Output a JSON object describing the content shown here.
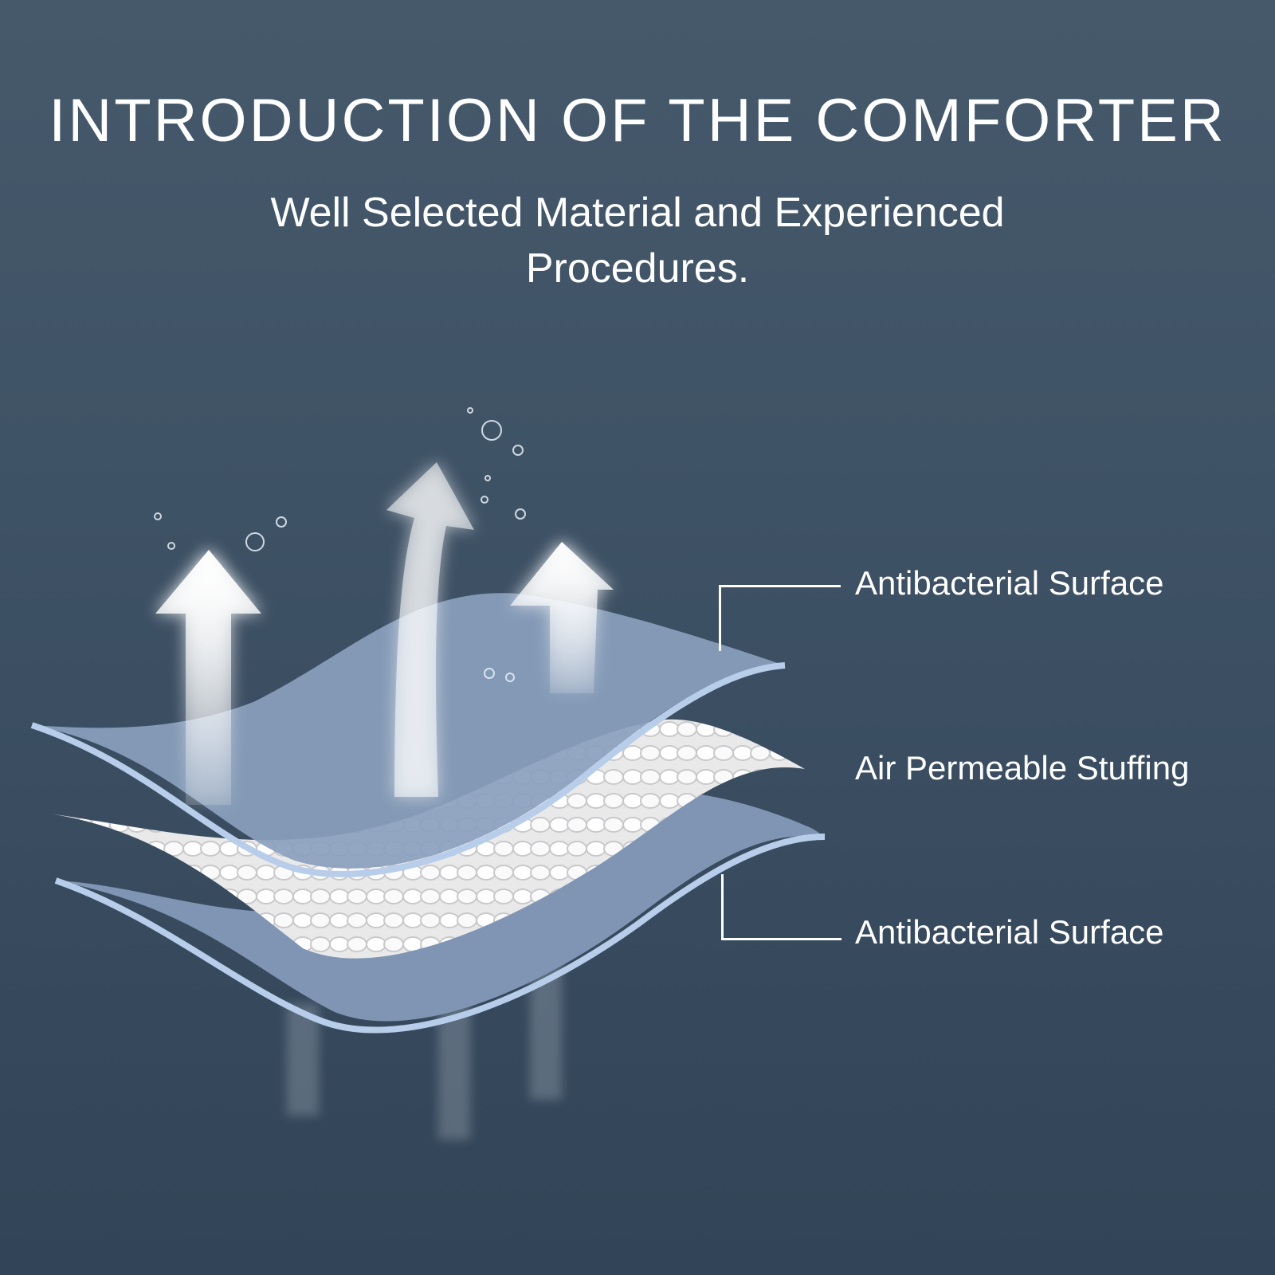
{
  "header": {
    "title": "INTRODUCTION OF THE COMFORTER",
    "subtitle": "Well Selected Material and Experienced Procedures."
  },
  "layers": [
    {
      "label": "Antibacterial Surface",
      "position": "top"
    },
    {
      "label": "Air Permeable Stuffing",
      "position": "middle"
    },
    {
      "label": "Antibacterial Surface",
      "position": "bottom"
    }
  ],
  "colors": {
    "background_top": "#46596b",
    "background_bottom": "#324457",
    "surface_layer": "#7f95b3",
    "surface_edge": "#b7cde9",
    "stuffing": "#f2f2f2",
    "text": "#ffffff"
  }
}
